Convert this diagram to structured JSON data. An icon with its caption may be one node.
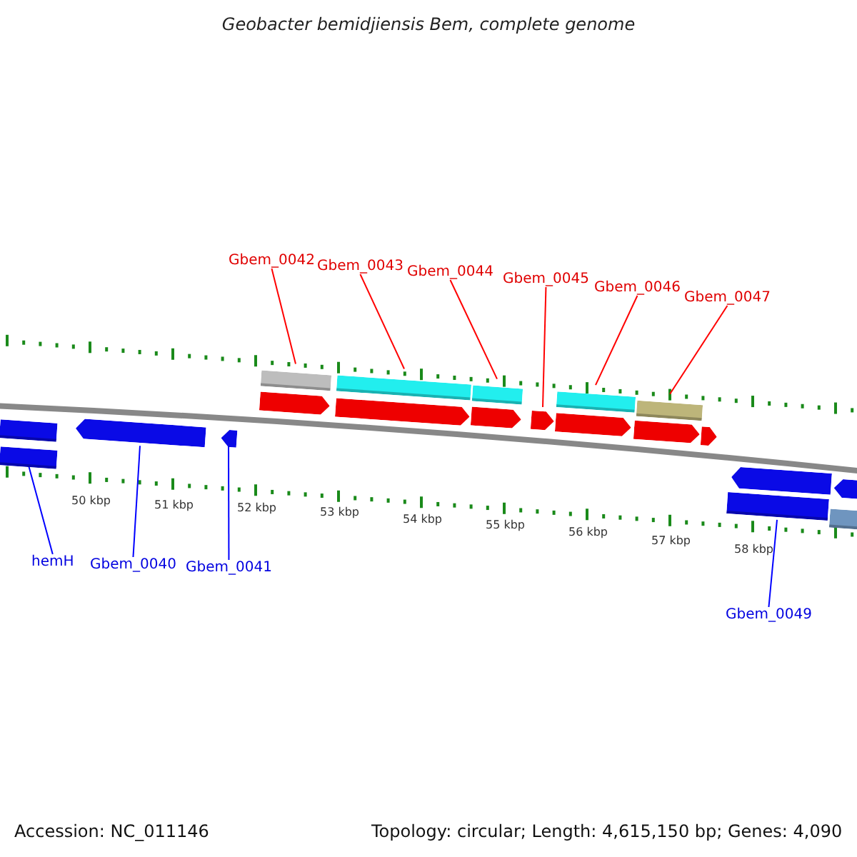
{
  "diagram": {
    "title": "Geobacter bemidjiensis Bem, complete genome",
    "nodes": [
      {
        "text": [
          "Gbem_0042"
        ]
      },
      {
        "text": [
          "Gbem_0043"
        ]
      },
      {
        "text": [
          "Gbem_0044"
        ]
      },
      {
        "text": [
          "Gbem_0045"
        ]
      },
      {
        "text": [
          "Gbem_0046"
        ]
      },
      {
        "text": [
          "Gbem_0047"
        ]
      },
      {
        "text": [],
        "shape": "bar"
      },
      {
        "text": [],
        "shape": "bar"
      },
      {
        "text": [],
        "shape": "bar"
      },
      {
        "text": [],
        "shape": "bar"
      },
      {
        "text": [],
        "shape": "bar"
      },
      {
        "text": [],
        "shape": "arrow"
      },
      {
        "text": [],
        "shape": "arrow"
      },
      {
        "text": [],
        "shape": "arrow"
      },
      {
        "text": [],
        "shape": "arrow"
      },
      {
        "text": [],
        "shape": "arrow"
      },
      {
        "text": [],
        "shape": "arrow"
      },
      {
        "text": [],
        "shape": "arrow"
      },
      {
        "text": [],
        "shape": "bar"
      },
      {
        "text": [],
        "shape": "bar"
      },
      {
        "text": [],
        "shape": "arrow"
      },
      {
        "text": [],
        "shape": "arrow"
      },
      {
        "text": [],
        "shape": "arrow"
      },
      {
        "text": [],
        "shape": "arrow"
      },
      {
        "text": [],
        "shape": "bar"
      },
      {
        "text": [],
        "shape": "bar"
      },
      {
        "text": [
          "hemH"
        ]
      },
      {
        "text": [
          "Gbem_0040"
        ]
      },
      {
        "text": [
          "Gbem_0041"
        ]
      },
      {
        "text": [
          "Gbem_0049"
        ]
      }
    ],
    "edges": [
      {
        "from": 0,
        "to": 6,
        "arrow": "none",
        "color": "#ff0000"
      },
      {
        "from": 1,
        "to": 7,
        "arrow": "none",
        "color": "#ff0000"
      },
      {
        "from": 2,
        "to": 8,
        "arrow": "none",
        "color": "#ff0000"
      },
      {
        "from": 3,
        "to": 14,
        "arrow": "none",
        "color": "#ff0000"
      },
      {
        "from": 4,
        "to": 9,
        "arrow": "none",
        "color": "#ff0000"
      },
      {
        "from": 5,
        "to": 10,
        "arrow": "none",
        "color": "#ff0000"
      },
      {
        "from": 26,
        "to": 19,
        "arrow": "none",
        "color": "#0000ff"
      },
      {
        "from": 27,
        "to": 20,
        "arrow": "none",
        "color": "#0000ff"
      },
      {
        "from": 28,
        "to": 21,
        "arrow": "none",
        "color": "#0000ff"
      },
      {
        "from": 29,
        "to": 24,
        "arrow": "none",
        "color": "#0000ff"
      }
    ],
    "labels": [
      "50 kbp",
      "51 kbp",
      "52 kbp",
      "53 kbp",
      "54 kbp",
      "55 kbp",
      "56 kbp",
      "57 kbp",
      "58 kbp",
      "Accession: NC_011146",
      "Topology: circular; Length: 4,615,150 bp; Genes: 4,090"
    ]
  }
}
